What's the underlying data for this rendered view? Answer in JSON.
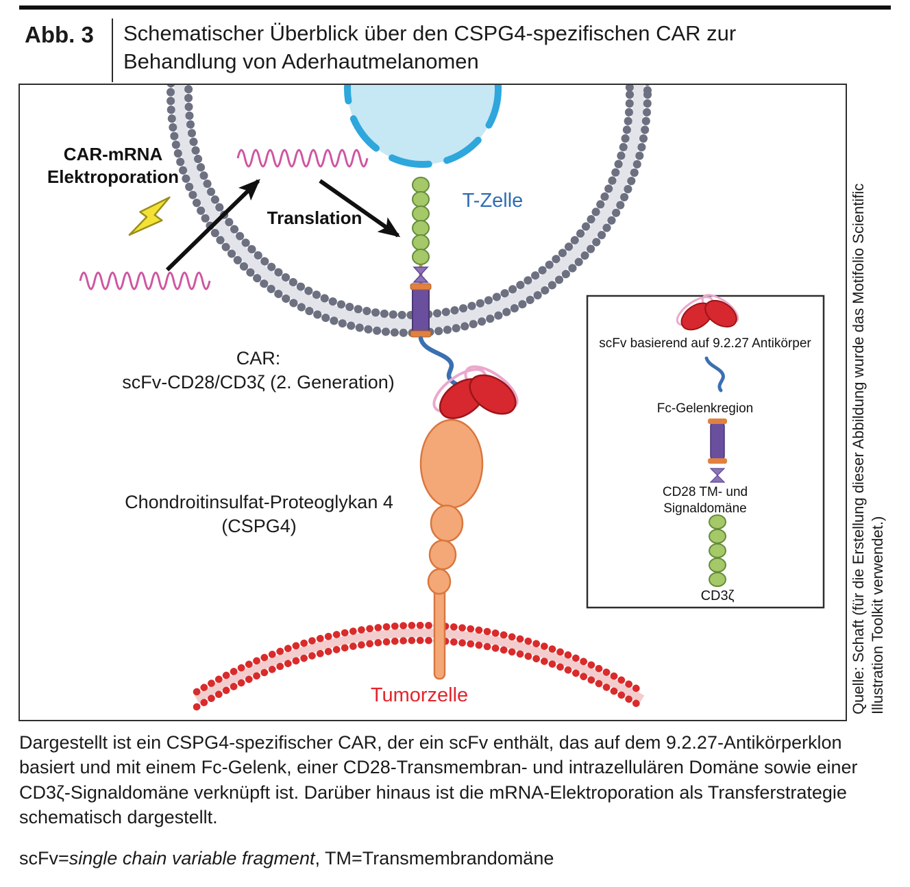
{
  "header": {
    "label": "Abb. 3",
    "title": "Schematischer Überblick über den CSPG4-spezifischen CAR zur Behandlung von Aderhautmelanomen"
  },
  "figure": {
    "electroporation_line1": "CAR-mRNA",
    "electroporation_line2": "Elektroporation",
    "translation_label": "Translation",
    "tcell_label": "T-Zelle",
    "car_line1": "CAR:",
    "car_line2": "scFv-CD28/CD3ζ (2. Generation)",
    "cspg4_line1": "Chondroitinsulfat-Proteoglykan 4",
    "cspg4_line2": "(CSPG4)",
    "tumor_label": "Tumorzelle",
    "legend": {
      "scfv": "scFv basierend auf 9.2.27 Antikörper",
      "fc": "Fc-Gelenkregion",
      "cd28_line1": "CD28 TM- und",
      "cd28_line2": "Signaldomäne",
      "cd3zeta": "CD3ζ"
    },
    "source_line1": "Quelle: Schaft (für die Erstellung dieser Abbildung wurde das Motifolio Scientific",
    "source_line2": "Illustration Toolkit verwendet.)"
  },
  "caption": {
    "body": "Dargestellt ist ein CSPG4-spezifischer CAR, der ein scFv enthält, das auf dem 9.2.27-Antikörperklon basiert und mit einem Fc-Gelenk, einer CD28-Transmembran- und intrazellulären Domäne sowie einer CD3ζ-Signaldomäne verknüpft ist. Darüber hinaus ist die mRNA-Elektroporation als Transferstrategie schematisch dargestellt.",
    "footnote_prefix": "scFv=",
    "footnote_italic": "single chain variable fragment",
    "footnote_suffix": ", TM=Transmembrandomäne"
  },
  "colors": {
    "tcell_label_blue": "#2e6db4",
    "tumor_label_red": "#e3242b",
    "mrna_pink": "#cf56a1",
    "membrane_gray": "#6d7080",
    "tumor_membrane_red": "#d92b2b",
    "cspg4_orange": "#f4a878",
    "scfv_red": "#d6282e",
    "cd28_purple": "#6a4f9e",
    "cd3zeta_green": "#a5c868",
    "nucleus_fill": "#c6e7f4",
    "lightning_yellow": "#f3e235"
  }
}
